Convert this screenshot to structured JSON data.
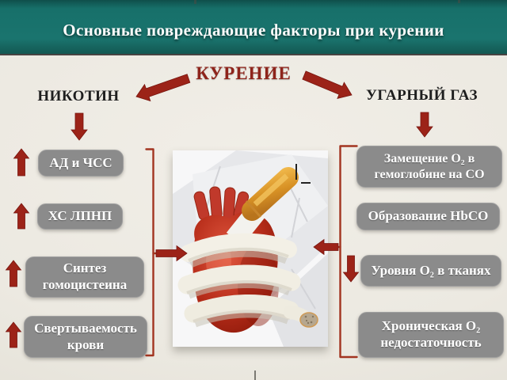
{
  "slide": {
    "title": "Основные повреждающие факторы при курении",
    "center_label": "КУРЕНИЕ",
    "left_branch": {
      "heading": "НИКОТИН",
      "items": [
        {
          "label": "АД и ЧСС",
          "direction": "up"
        },
        {
          "label": "ХС ЛПНП",
          "direction": "up"
        },
        {
          "label": "Синтез\nгомоцистеина",
          "direction": "up"
        },
        {
          "label": "Свертываемость\nкрови",
          "direction": "up"
        }
      ]
    },
    "right_branch": {
      "heading": "УГАРНЫЙ ГАЗ",
      "items": [
        {
          "label": "Замещение O₂ в\nгемоглобине на CO",
          "direction": "none"
        },
        {
          "label": "Образование HbCO",
          "direction": "none"
        },
        {
          "label": "Уровня O₂ в тканях",
          "direction": "down"
        },
        {
          "label": "Хроническая  O₂\nнедостаточность",
          "direction": "none"
        }
      ]
    },
    "icons": {
      "center_image": "heart-wrapped-by-cigarette-snake",
      "flow_arrow": "red-block-arrow",
      "increase_marker": "red-up-arrow",
      "decrease_marker": "red-down-arrow"
    },
    "colors": {
      "header_bg": "#18706a",
      "accent_red": "#9c2318",
      "accent_red_dark": "#77150e",
      "bracket_red": "#a23420",
      "box_bg": "#8b8b8b",
      "box_text": "#ffffff",
      "heading_text": "#1e1e1e",
      "slide_bg": "#ece9e1"
    }
  }
}
